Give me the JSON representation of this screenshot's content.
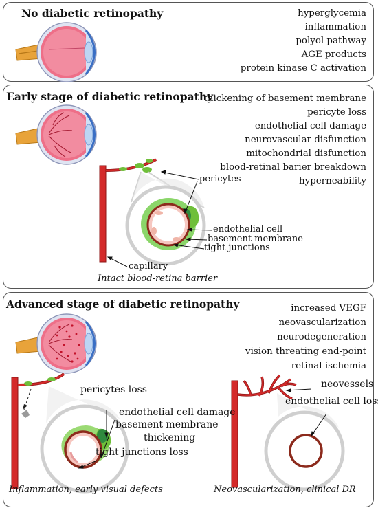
{
  "panels": [
    {
      "title": "No diabetic retinopathy",
      "factors": [
        "hyperglycemia",
        "inflammation",
        "polyol pathway",
        "AGE products",
        "protein kinase C activation"
      ]
    },
    {
      "title": "Early stage of diabetic retinopathy",
      "factors": [
        "thickening of basement membrane",
        "pericyte loss",
        "endothelial cell damage",
        "neurovascular disfunction",
        "mitochondrial disfunction",
        "blood-retinal barier breakdown",
        "hyperneability"
      ],
      "labels": {
        "pericytes": "pericytes",
        "endothelial": "endothelial cell",
        "basement": "basement membrane",
        "tight": "tight junctions",
        "capillary": "capillary"
      },
      "caption": "Intact blood-retina barrier"
    },
    {
      "title": "Advanced stage of diabetic retinopathy",
      "factors": [
        "increased VEGF",
        "neovascularization",
        "neurodegeneration",
        "vision threating end-point",
        "retinal ischemia"
      ],
      "labels": {
        "pericytes_loss": "pericytes loss",
        "endothelial_damage": "endothelial cell damage",
        "basement": "basement membrane",
        "thickening": "thickening",
        "tight_loss": "tight junctions loss",
        "neovessels": "neovessels",
        "endothelial_loss": "endothelial cell loss"
      },
      "caption_left": "Inflammation, early visual defects",
      "caption_right": "Neovascularization, clinical DR"
    }
  ],
  "colors": {
    "vessel_red": "#d42a2a",
    "vessel_dark": "#8c1616",
    "pericyte_green": "#6fbf3a",
    "endothelial_green": "#2f8a3e",
    "lens_blue": "#3a6fc4",
    "retina_pink": "#ee6f88",
    "nerve_orange": "#e8a33a",
    "panel_border": "#555555"
  },
  "icons": [
    "eye-healthy-icon",
    "eye-early-dr-icon",
    "eye-advanced-dr-icon",
    "capillary-cross-section-icon",
    "pericyte-detached-icon"
  ]
}
